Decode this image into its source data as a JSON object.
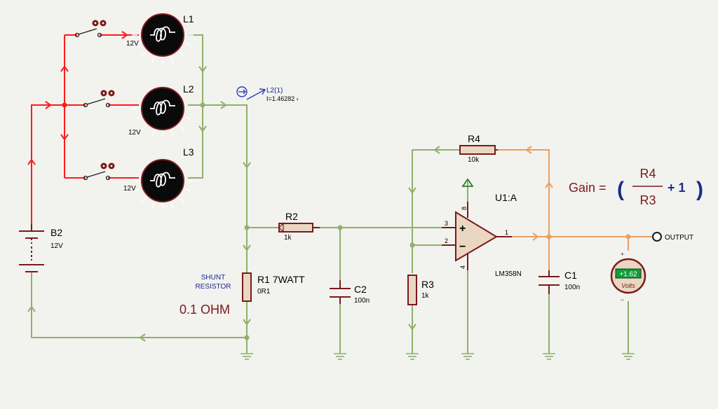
{
  "colors": {
    "background": "#f2f2ef",
    "wire_active": "#ff1a1a",
    "wire_normal": "#8fb06a",
    "wire_feedback": "#e8a060",
    "component": "#7a1a1a",
    "component_fill": "#e9d7c2",
    "text_dark": "#000000",
    "text_maroon": "#7a1a1a",
    "text_blue": "#1d2a8c",
    "probe": "#2a3fbf",
    "voltmeter_display": "#0f9d3a"
  },
  "lamps": [
    {
      "ref": "L1",
      "value": "12V"
    },
    {
      "ref": "L2",
      "value": "12V"
    },
    {
      "ref": "L3",
      "value": "12V"
    }
  ],
  "battery": {
    "ref": "B2",
    "value": "12V"
  },
  "probe": {
    "ref": "L2(1)",
    "reading": "I=1.46282 ‹"
  },
  "shunt": {
    "ref": "R1 7WATT",
    "value": "0R1",
    "label_line1": "SHUNT",
    "label_line2": "RESISTOR",
    "note": "0.1 OHM"
  },
  "r2": {
    "ref": "R2",
    "value": "1k"
  },
  "r3": {
    "ref": "R3",
    "value": "1k"
  },
  "r4": {
    "ref": "R4",
    "value": "10k"
  },
  "c1": {
    "ref": "C1",
    "value": "100n"
  },
  "c2": {
    "ref": "C2",
    "value": "100n"
  },
  "opamp": {
    "ref": "U1:A",
    "part": "LM358N",
    "pin_noninv": "3",
    "pin_inv": "2",
    "pin_out": "1",
    "pin_vcc": "8",
    "pin_gnd": "4",
    "plus": "+",
    "minus": "−"
  },
  "output": {
    "label": "OUTPUT"
  },
  "voltmeter": {
    "reading": "+1.62",
    "units": "Volts",
    "plus": "+",
    "minus": "−"
  },
  "gain_formula": {
    "lhs": "Gain =",
    "open_paren": "(",
    "numerator": "R4",
    "denominator": "R3",
    "plus_one": "+ 1",
    "close_paren": ")"
  },
  "icons": [
    "switch-icon",
    "lamp-icon",
    "battery-icon",
    "ground-icon",
    "arrow-icon",
    "probe-icon",
    "voltmeter-icon",
    "opamp-icon"
  ]
}
